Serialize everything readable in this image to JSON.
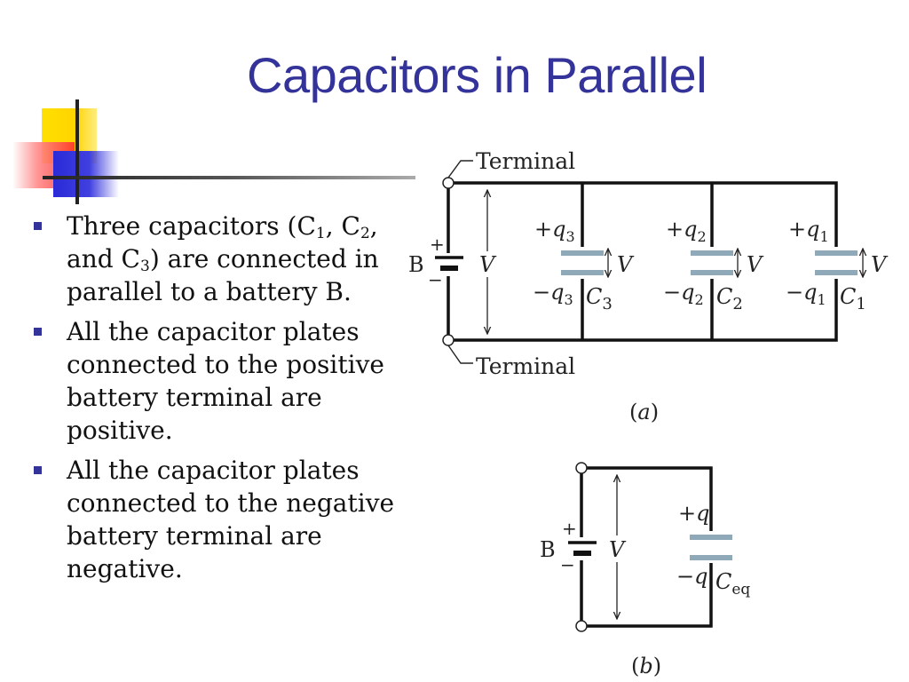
{
  "slide": {
    "title": "Capacitors in Parallel",
    "bullets": [
      {
        "parts": [
          "Three capacitors (C",
          "1",
          ", C",
          "2",
          ", and C",
          "3",
          ") are connected in parallel to a battery B."
        ]
      },
      {
        "text": "All the capacitor plates connected to the positive battery terminal are positive."
      },
      {
        "text": "All the capacitor plates connected to the negative battery terminal are negative."
      }
    ]
  },
  "diagram_a": {
    "terminal_top": "Terminal",
    "terminal_bottom": "Terminal",
    "battery_label": "B",
    "plus": "+",
    "minus": "−",
    "voltage": "V",
    "caption": "(a)",
    "caps": [
      {
        "plus_charge": "+q",
        "plus_sub": "3",
        "minus_charge": "−q",
        "minus_sub": "3",
        "name": "C",
        "name_sub": "3",
        "voltage": "V"
      },
      {
        "plus_charge": "+q",
        "plus_sub": "2",
        "minus_charge": "−q",
        "minus_sub": "2",
        "name": "C",
        "name_sub": "2",
        "voltage": "V"
      },
      {
        "plus_charge": "+q",
        "plus_sub": "1",
        "minus_charge": "−q",
        "minus_sub": "1",
        "name": "C",
        "name_sub": "1",
        "voltage": "V"
      }
    ]
  },
  "diagram_b": {
    "battery_label": "B",
    "plus": "+",
    "minus": "−",
    "voltage": "V",
    "plus_charge": "+q",
    "minus_charge": "−q",
    "cap_name": "C",
    "cap_sub": "eq",
    "caption": "(b)"
  },
  "colors": {
    "title": "#333399",
    "bullet_marker": "#333399",
    "plate": "#8fa9b8",
    "wire": "#111111"
  }
}
